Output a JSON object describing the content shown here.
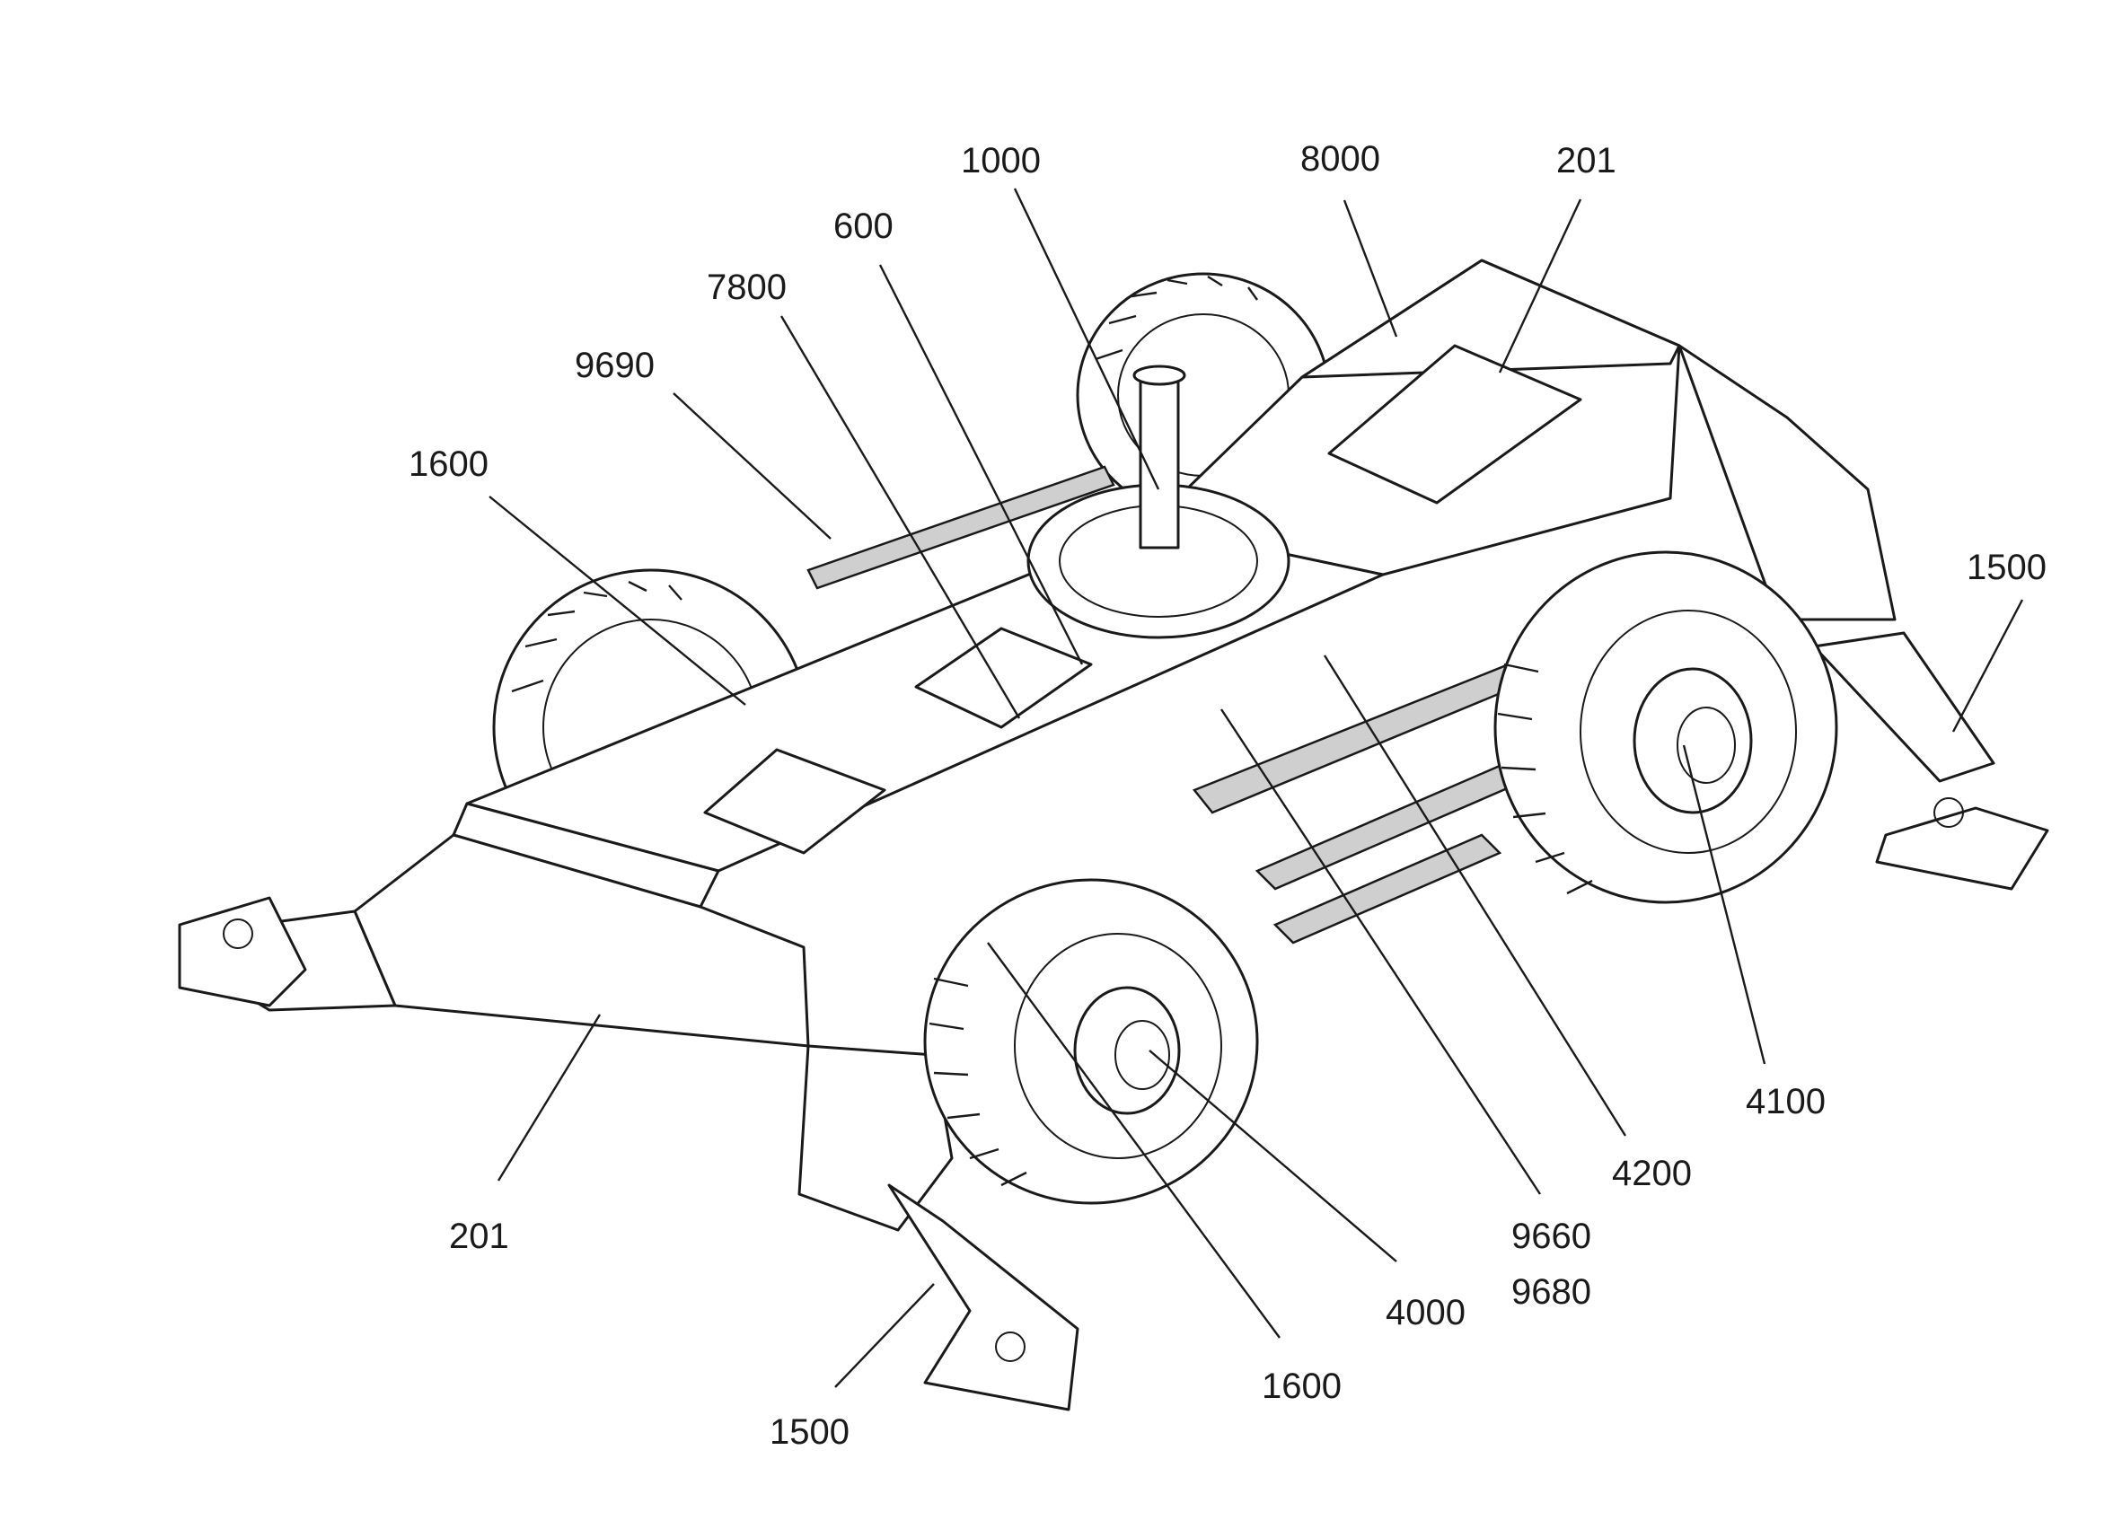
{
  "figure": {
    "callouts": [
      {
        "id": "c-1000",
        "text": "1000"
      },
      {
        "id": "c-8000",
        "text": "8000"
      },
      {
        "id": "c-201-top",
        "text": "201"
      },
      {
        "id": "c-600",
        "text": "600"
      },
      {
        "id": "c-7800",
        "text": "7800"
      },
      {
        "id": "c-9690",
        "text": "9690"
      },
      {
        "id": "c-1600-top",
        "text": "1600"
      },
      {
        "id": "c-1500-right",
        "text": "1500"
      },
      {
        "id": "c-4100",
        "text": "4100"
      },
      {
        "id": "c-4200",
        "text": "4200"
      },
      {
        "id": "c-9660",
        "text": "9660"
      },
      {
        "id": "c-9680",
        "text": "9680"
      },
      {
        "id": "c-4000",
        "text": "4000"
      },
      {
        "id": "c-1600-bottom",
        "text": "1600"
      },
      {
        "id": "c-201-bottom",
        "text": "201"
      },
      {
        "id": "c-1500-bottom",
        "text": "1500"
      }
    ]
  }
}
